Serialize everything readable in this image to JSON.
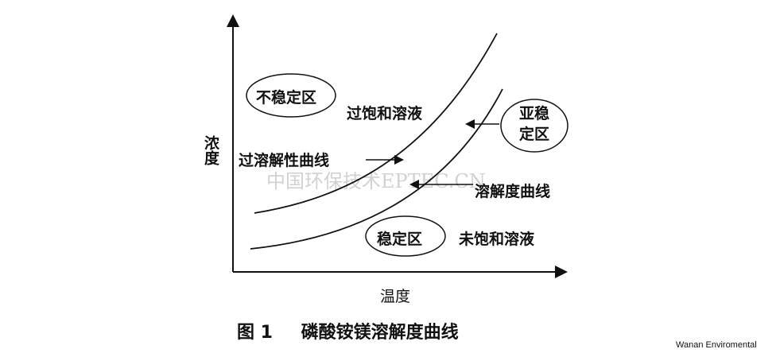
{
  "axes": {
    "y_label": "浓度",
    "x_label": "温度"
  },
  "regions": {
    "unstable": "不稳定区",
    "metastable": "亚稳定区",
    "stable": "稳定区"
  },
  "labels": {
    "supersaturated": "过饱和溶液",
    "supersolubility_curve": "过溶解性曲线",
    "solubility_curve": "溶解度曲线",
    "unsaturated": "未饱和溶液"
  },
  "caption": {
    "number": "图 1",
    "title": "磷酸铵镁溶解度曲线"
  },
  "watermark": "中国环保技术EPTEC.CN",
  "credit": "Wanan Enviromental"
}
